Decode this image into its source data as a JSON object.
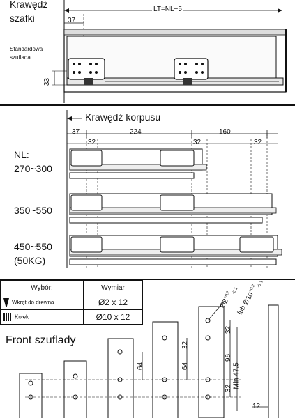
{
  "top": {
    "krawedz": "Krawędź",
    "szafki": "szafki",
    "lt": "LT=NL+5",
    "d37": "37",
    "standard1": "Standardowa",
    "standard2": "szuflada",
    "d33": "33"
  },
  "mid": {
    "krawedz_korpusu": "Krawędź korpusu",
    "d37": "37",
    "d224": "224",
    "d160": "160",
    "d32": "32",
    "nl": "NL:",
    "r1": "270~300",
    "r2": "350~550",
    "r3": "450~550",
    "r3b": "(50KG)"
  },
  "table": {
    "h1": "Wybór:",
    "h2": "Wymiar",
    "row1_label": "Wkręt do drewna",
    "row1_value": "Ø2 x 12",
    "row2_label": "Kołek",
    "row2_value": "Ø10 x 12",
    "row1_icon": "screw-icon",
    "row2_icon": "dowel-icon"
  },
  "front": {
    "title": "Front szuflady",
    "d64": "64",
    "d32": "32",
    "d96": "96",
    "min": "Min 47,5",
    "d12": "12",
    "hole_top": "Ø2",
    "hole_top_tol": "+0,2",
    "hole_bottom_tol": "-0,1",
    "lub": "lub Ø10",
    "tol2_top": "+0,2",
    "tol2_bot": "-0,1"
  }
}
